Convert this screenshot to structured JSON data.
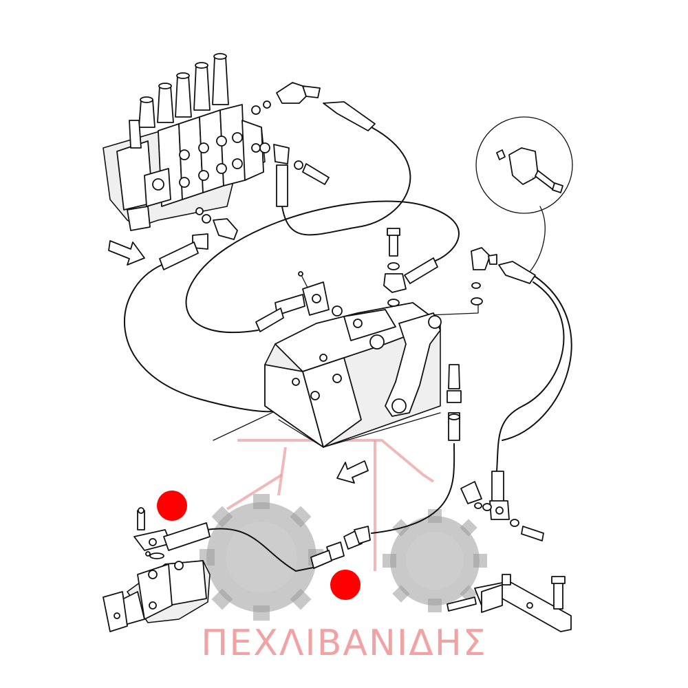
{
  "watermark": {
    "text": "ΠΕΧΛΙΒΑΝΙΔΗΣ",
    "text_color": "#f1a3a3",
    "gear_color": "#9c9c9c"
  },
  "markers": {
    "color": "#ff0000",
    "count": 2
  },
  "icons": {
    "flow_arrow_1": "hollow-arrow-right",
    "flow_arrow_2": "hollow-arrow-left",
    "detail_callout": "circle-detail-clip"
  }
}
